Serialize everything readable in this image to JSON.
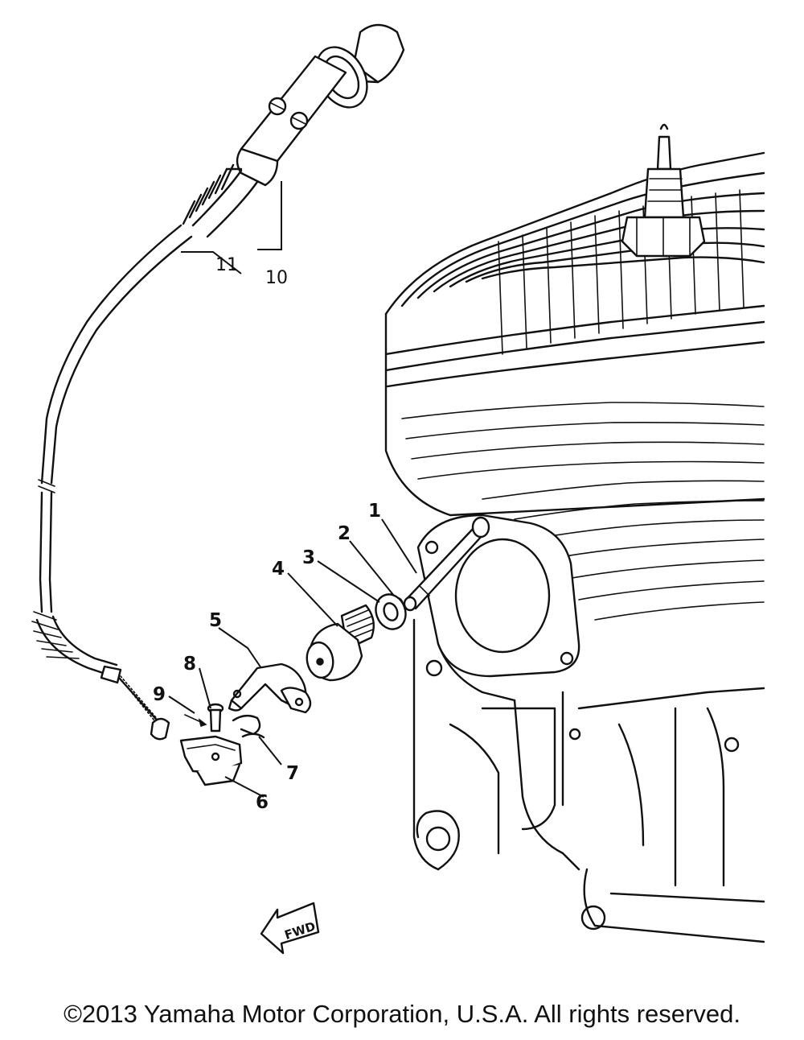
{
  "diagram": {
    "callouts": [
      "1",
      "2",
      "3",
      "4",
      "5",
      "6",
      "7",
      "8",
      "9",
      "10",
      "11"
    ],
    "fwd_label": "FWD"
  },
  "footer": {
    "copyright": "©2013 Yamaha Motor Corporation, U.S.A. All rights reserved."
  }
}
